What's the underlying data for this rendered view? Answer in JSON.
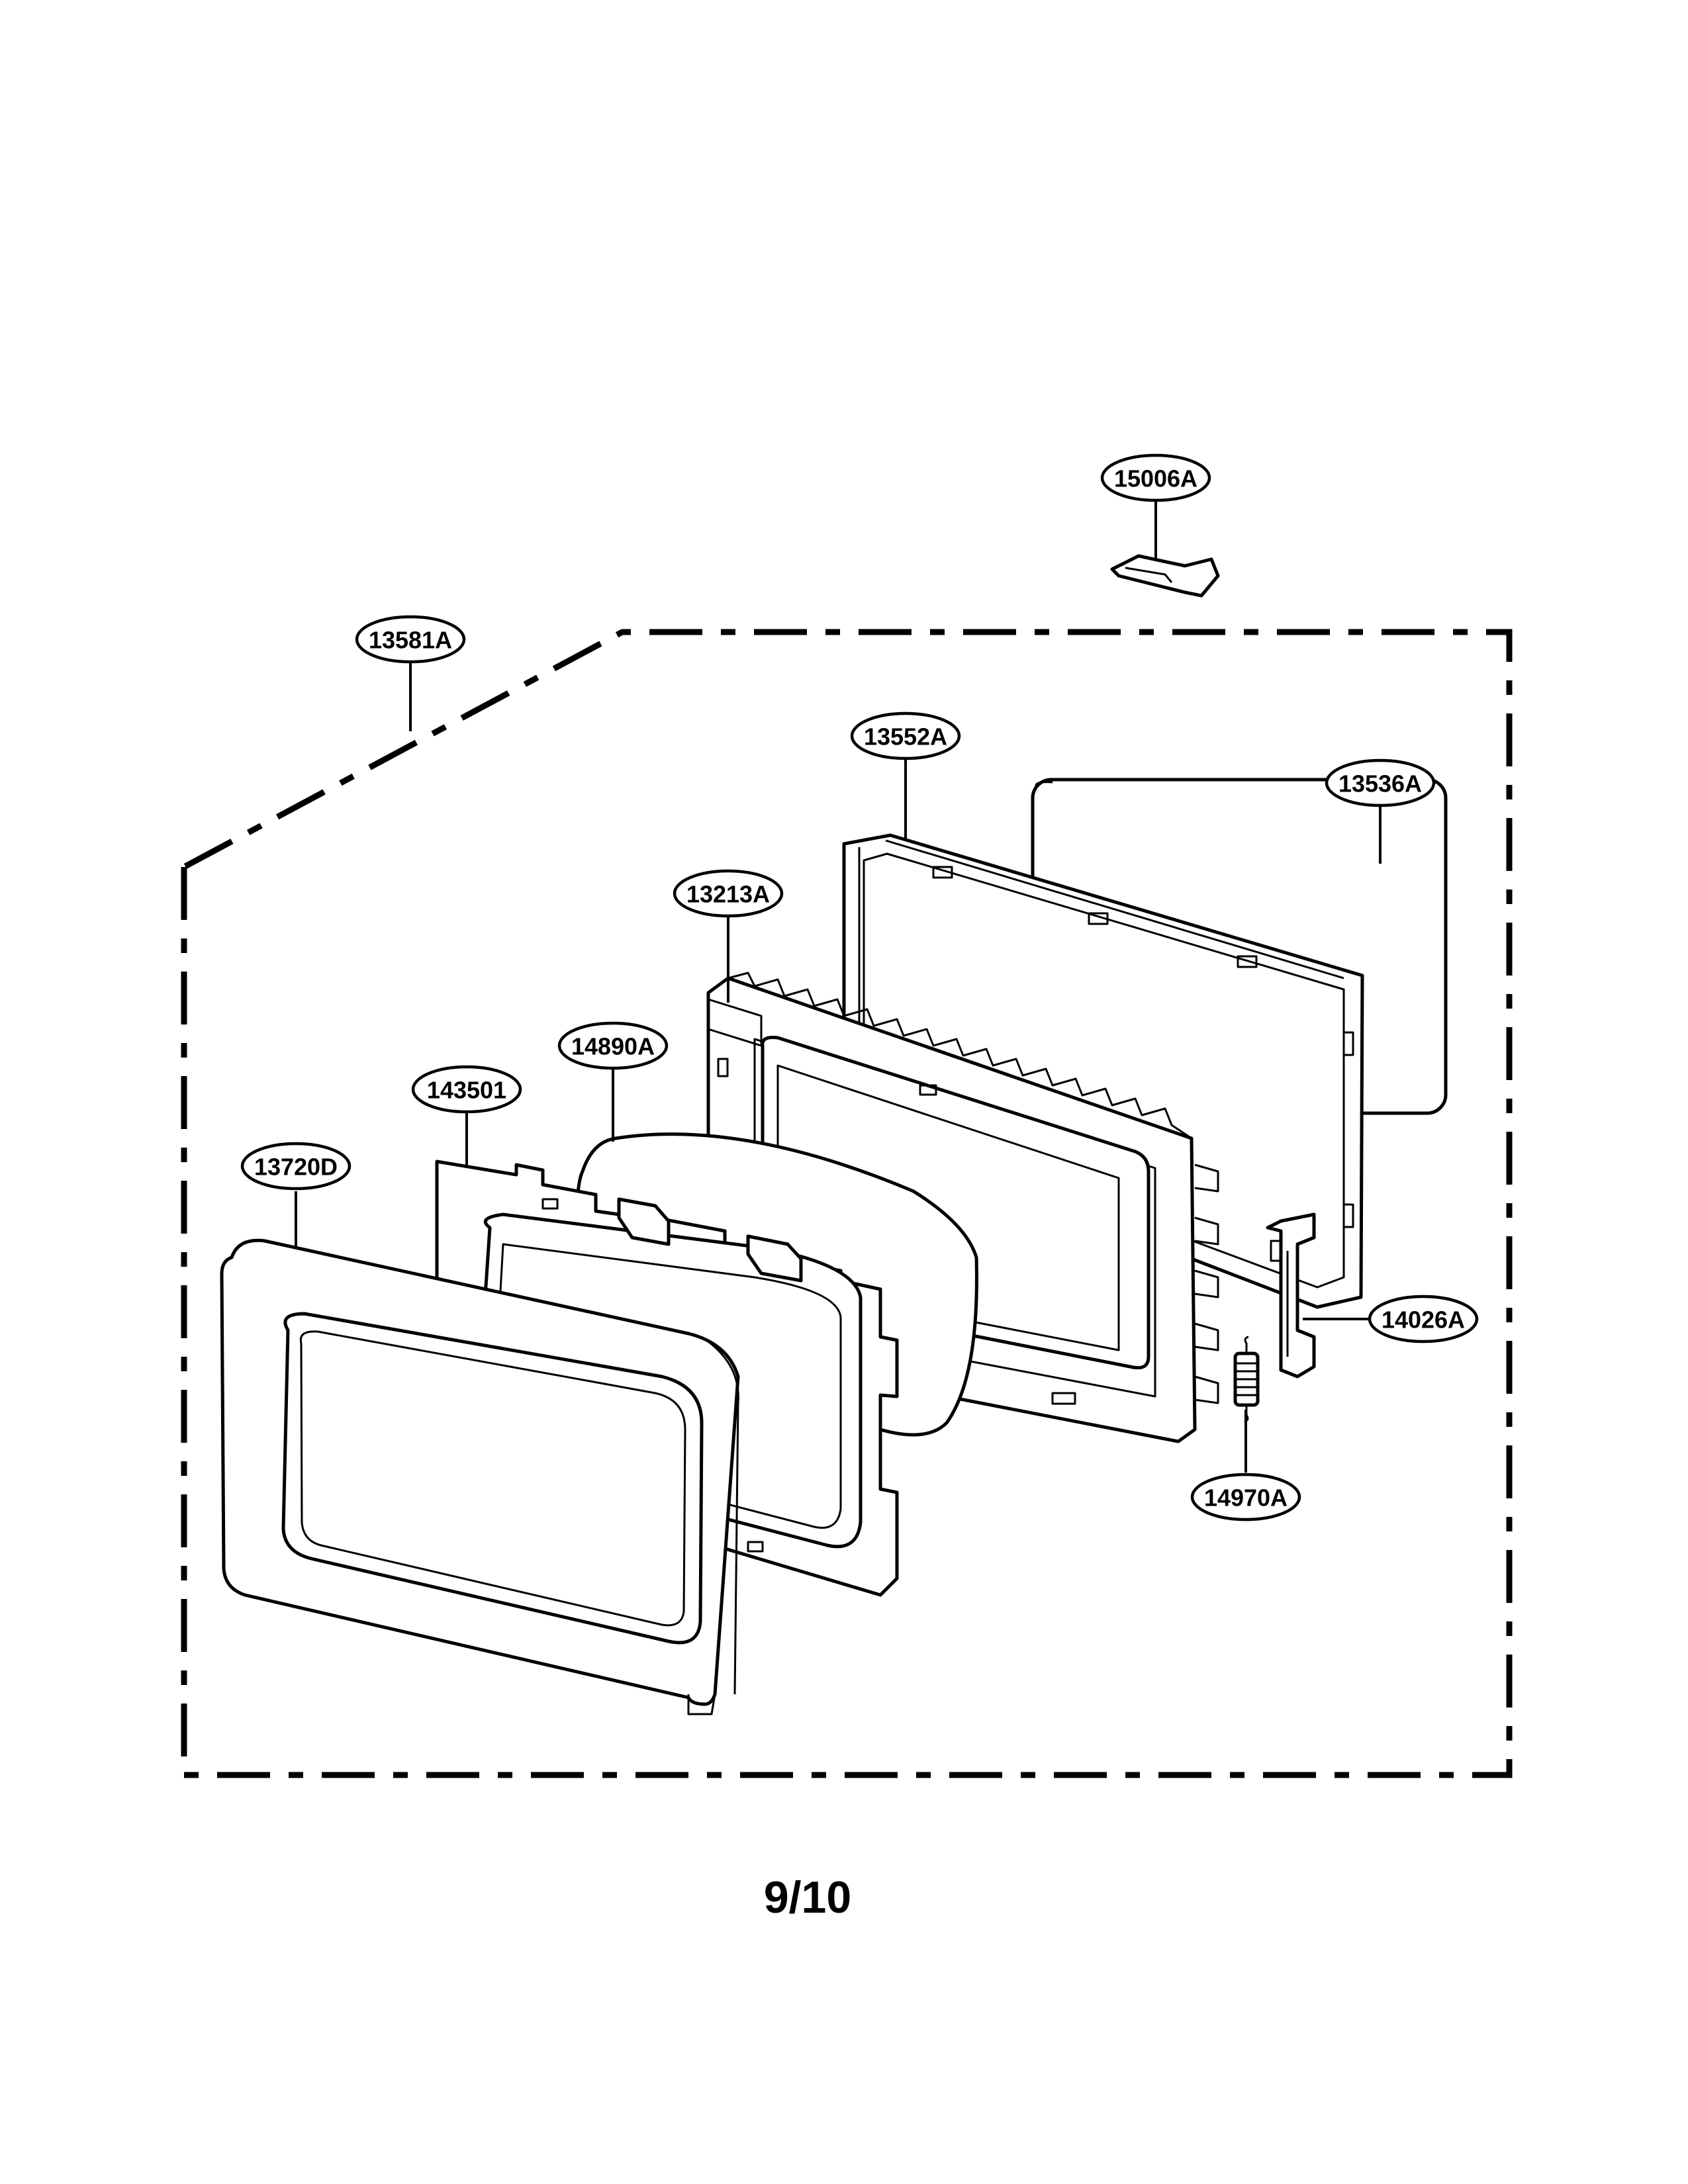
{
  "callouts": {
    "c15006A": "15006A",
    "c13581A": "13581A",
    "c13552A": "13552A",
    "c13536A": "13536A",
    "c13213A": "13213A",
    "c14890A": "14890A",
    "c143501": "143501",
    "c13720D": "13720D",
    "c14026A": "14026A",
    "c14970A": "14970A"
  },
  "page_number": "9/10"
}
